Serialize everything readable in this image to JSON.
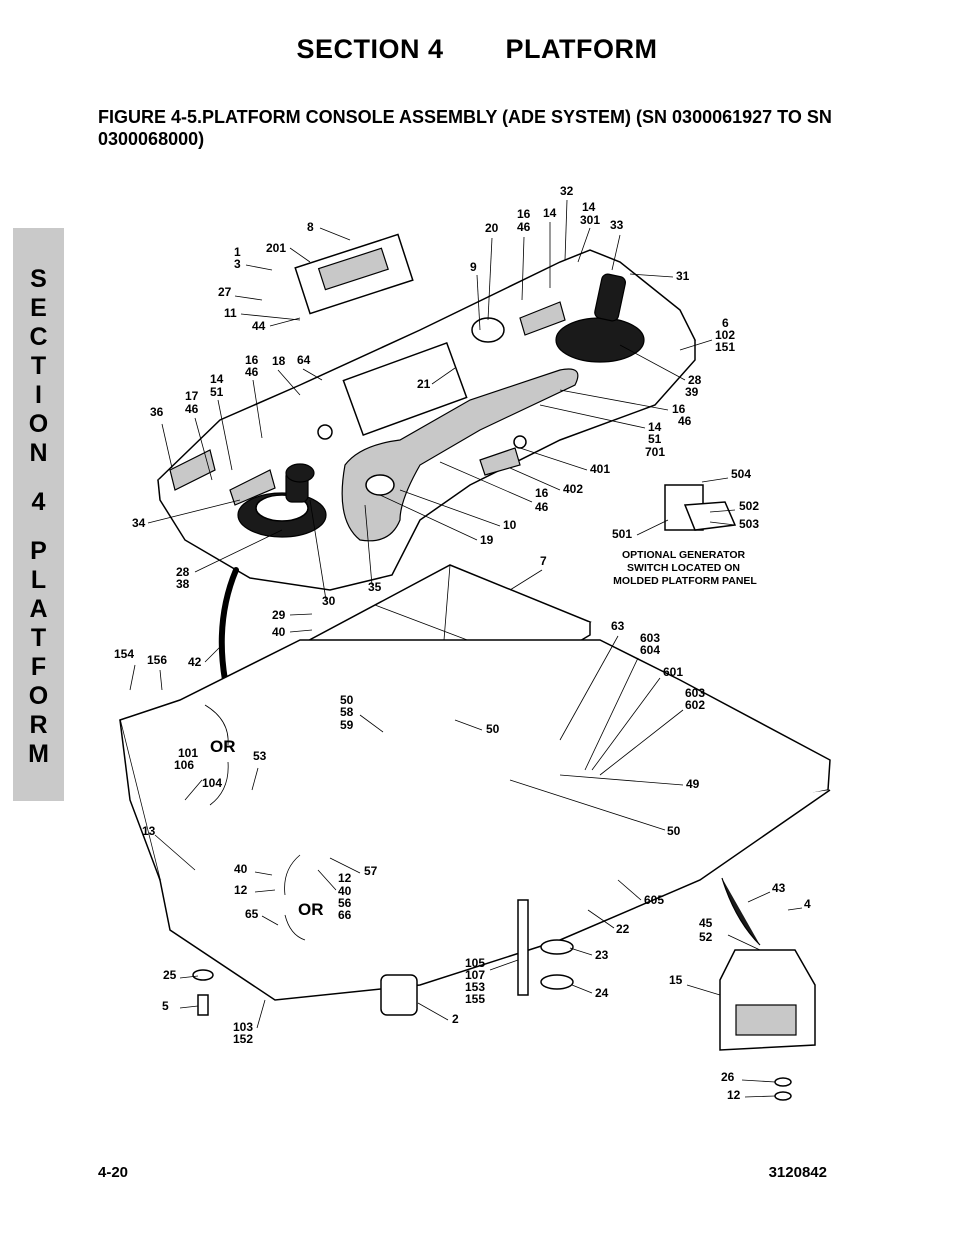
{
  "header": {
    "section_number": "SECTION 4",
    "section_name": "PLATFORM",
    "figure_title": "FIGURE 4-5.PLATFORM CONSOLE ASSEMBLY (ADE SYSTEM) (SN 0300061927 TO SN 0300068000)"
  },
  "side_tab": {
    "letters": [
      "S",
      "E",
      "C",
      "T",
      "I",
      "O",
      "N",
      "",
      "4",
      "",
      "P",
      "L",
      "A",
      "T",
      "F",
      "O",
      "R",
      "M"
    ]
  },
  "diagram": {
    "callouts": [
      {
        "id": "c8",
        "text": "8"
      },
      {
        "id": "c1",
        "text": "1"
      },
      {
        "id": "c3",
        "text": "3"
      },
      {
        "id": "c201",
        "text": "201"
      },
      {
        "id": "c27",
        "text": "27"
      },
      {
        "id": "c11",
        "text": "11"
      },
      {
        "id": "c44",
        "text": "44"
      },
      {
        "id": "c20",
        "text": "20"
      },
      {
        "id": "c9",
        "text": "9"
      },
      {
        "id": "c16a",
        "text": "16"
      },
      {
        "id": "c46a",
        "text": "46"
      },
      {
        "id": "c14a",
        "text": "14"
      },
      {
        "id": "c32",
        "text": "32"
      },
      {
        "id": "c14b",
        "text": "14"
      },
      {
        "id": "c301",
        "text": "301"
      },
      {
        "id": "c33",
        "text": "33"
      },
      {
        "id": "c31",
        "text": "31"
      },
      {
        "id": "c6",
        "text": "6"
      },
      {
        "id": "c102",
        "text": "102"
      },
      {
        "id": "c151",
        "text": "151"
      },
      {
        "id": "c28a",
        "text": "28"
      },
      {
        "id": "c39",
        "text": "39"
      },
      {
        "id": "c16b",
        "text": "16"
      },
      {
        "id": "c46b",
        "text": "46"
      },
      {
        "id": "c14c",
        "text": "14"
      },
      {
        "id": "c51a",
        "text": "51"
      },
      {
        "id": "c701",
        "text": "701"
      },
      {
        "id": "c401",
        "text": "401"
      },
      {
        "id": "c402",
        "text": "402"
      },
      {
        "id": "c16c",
        "text": "16"
      },
      {
        "id": "c46c",
        "text": "46"
      },
      {
        "id": "c10",
        "text": "10"
      },
      {
        "id": "c19",
        "text": "19"
      },
      {
        "id": "c21",
        "text": "21"
      },
      {
        "id": "c16d",
        "text": "16"
      },
      {
        "id": "c46d",
        "text": "46"
      },
      {
        "id": "c18",
        "text": "18"
      },
      {
        "id": "c64",
        "text": "64"
      },
      {
        "id": "c14d",
        "text": "14"
      },
      {
        "id": "c51b",
        "text": "51"
      },
      {
        "id": "c17",
        "text": "17"
      },
      {
        "id": "c46e",
        "text": "46"
      },
      {
        "id": "c36",
        "text": "36"
      },
      {
        "id": "c34",
        "text": "34"
      },
      {
        "id": "c28b",
        "text": "28"
      },
      {
        "id": "c38",
        "text": "38"
      },
      {
        "id": "c30",
        "text": "30"
      },
      {
        "id": "c35",
        "text": "35"
      },
      {
        "id": "c504",
        "text": "504"
      },
      {
        "id": "c502",
        "text": "502"
      },
      {
        "id": "c503",
        "text": "503"
      },
      {
        "id": "c501",
        "text": "501"
      },
      {
        "id": "c7",
        "text": "7"
      },
      {
        "id": "c29",
        "text": "29"
      },
      {
        "id": "c40a",
        "text": "40"
      },
      {
        "id": "c154",
        "text": "154"
      },
      {
        "id": "c156",
        "text": "156"
      },
      {
        "id": "c42",
        "text": "42"
      },
      {
        "id": "c63",
        "text": "63"
      },
      {
        "id": "c603a",
        "text": "603"
      },
      {
        "id": "c604",
        "text": "604"
      },
      {
        "id": "c601",
        "text": "601"
      },
      {
        "id": "c603b",
        "text": "603"
      },
      {
        "id": "c602",
        "text": "602"
      },
      {
        "id": "c50a",
        "text": "50"
      },
      {
        "id": "c58",
        "text": "58"
      },
      {
        "id": "c59",
        "text": "59"
      },
      {
        "id": "c50b",
        "text": "50"
      },
      {
        "id": "c101",
        "text": "101"
      },
      {
        "id": "c106",
        "text": "106"
      },
      {
        "id": "c53",
        "text": "53"
      },
      {
        "id": "c104",
        "text": "104"
      },
      {
        "id": "c49",
        "text": "49"
      },
      {
        "id": "c50c",
        "text": "50"
      },
      {
        "id": "c13",
        "text": "13"
      },
      {
        "id": "c40b",
        "text": "40"
      },
      {
        "id": "c57",
        "text": "57"
      },
      {
        "id": "c12a",
        "text": "12"
      },
      {
        "id": "c12b",
        "text": "12"
      },
      {
        "id": "c40c",
        "text": "40"
      },
      {
        "id": "c56",
        "text": "56"
      },
      {
        "id": "c66",
        "text": "66"
      },
      {
        "id": "c65",
        "text": "65"
      },
      {
        "id": "c605",
        "text": "605"
      },
      {
        "id": "c22",
        "text": "22"
      },
      {
        "id": "c43",
        "text": "43"
      },
      {
        "id": "c4",
        "text": "4"
      },
      {
        "id": "c45",
        "text": "45"
      },
      {
        "id": "c52",
        "text": "52"
      },
      {
        "id": "c25",
        "text": "25"
      },
      {
        "id": "c105",
        "text": "105"
      },
      {
        "id": "c107",
        "text": "107"
      },
      {
        "id": "c153",
        "text": "153"
      },
      {
        "id": "c155",
        "text": "155"
      },
      {
        "id": "c23",
        "text": "23"
      },
      {
        "id": "c24",
        "text": "24"
      },
      {
        "id": "c15",
        "text": "15"
      },
      {
        "id": "c5",
        "text": "5"
      },
      {
        "id": "c2",
        "text": "2"
      },
      {
        "id": "c103",
        "text": "103"
      },
      {
        "id": "c152",
        "text": "152"
      },
      {
        "id": "c26",
        "text": "26"
      },
      {
        "id": "c12c",
        "text": "12"
      }
    ],
    "or_label_1": "OR",
    "or_label_2": "OR",
    "generator_note": [
      "OPTIONAL GENERATOR",
      "SWITCH LOCATED ON",
      "MOLDED PLATFORM PANEL"
    ]
  },
  "footer": {
    "page": "4-20",
    "doc_number": "3120842"
  }
}
